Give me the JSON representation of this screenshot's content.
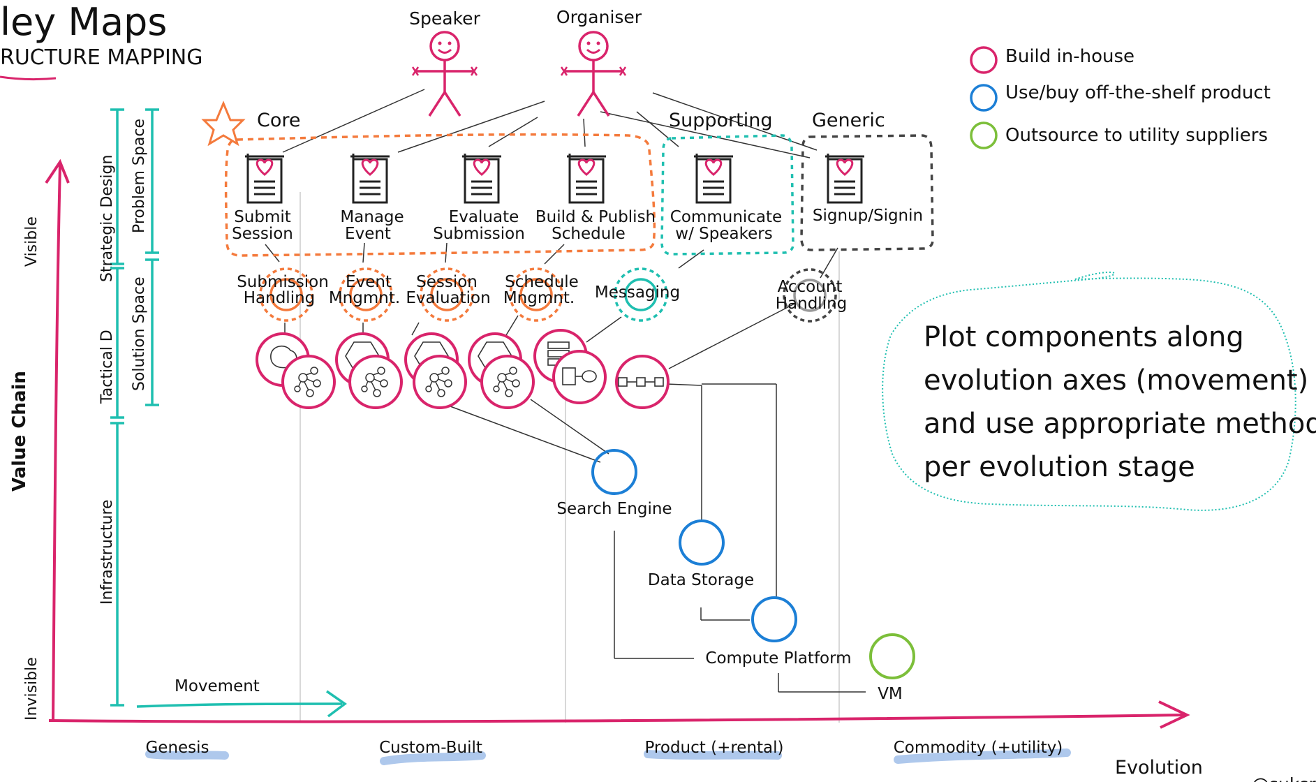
{
  "header": {
    "title": "ley Maps",
    "subtitle": "RUCTURE MAPPING"
  },
  "actors": [
    {
      "label": "Speaker"
    },
    {
      "label": "Organiser"
    }
  ],
  "legend": {
    "items": [
      {
        "label": "Build in-house",
        "color": "#d9246b"
      },
      {
        "label": "Use/buy off-the-shelf product",
        "color": "#1c7fd6"
      },
      {
        "label": "Outsource to utility suppliers",
        "color": "#7cbf3a"
      }
    ]
  },
  "colors": {
    "core": "#f47a3c",
    "supporting": "#1fbfb0",
    "generic": "#444444",
    "build": "#d9246b",
    "buy": "#1c7fd6",
    "utility": "#7cbf3a",
    "axis": "#d9246b",
    "band": "#1fbfb0",
    "highlight": "#aec8ec"
  },
  "domains": {
    "core": "Core",
    "supporting": "Supporting",
    "generic": "Generic"
  },
  "user_needs": [
    {
      "line1": "Submit",
      "line2": "Session",
      "icon": "document-heart-icon"
    },
    {
      "line1": "Manage",
      "line2": "Event",
      "icon": "document-heart-icon"
    },
    {
      "line1": "Evaluate",
      "line2": "Submission",
      "icon": "document-heart-icon"
    },
    {
      "line1": "Build & Publish",
      "line2": "Schedule",
      "icon": "document-heart-icon"
    },
    {
      "line1": "Communicate",
      "line2": "w/ Speakers",
      "icon": "document-heart-icon"
    },
    {
      "line1": "Signup/Signin",
      "line2": "",
      "icon": "document-heart-icon"
    }
  ],
  "capabilities": [
    {
      "line1": "Submission",
      "line2": "Handling"
    },
    {
      "line1": "Event",
      "line2": "Mngmnt."
    },
    {
      "line1": "Session",
      "line2": "Evaluation"
    },
    {
      "line1": "Schedule",
      "line2": "Mngmnt."
    },
    {
      "line1": "Messaging",
      "line2": ""
    },
    {
      "line1": "Account",
      "line2": "Handling"
    }
  ],
  "components": [
    {
      "label": "Search Engine",
      "icon": "blue-circle-icon"
    },
    {
      "label": "Data Storage",
      "icon": "blue-circle-icon"
    },
    {
      "label": "Compute Platform",
      "icon": "blue-circle-icon"
    },
    {
      "label": "VM",
      "icon": "green-circle-icon"
    }
  ],
  "side_labels": {
    "visible": "Visible",
    "invisible": "Invisible",
    "value_chain": "Value Chain",
    "strategic_design": "Strategic Design",
    "tactical_design": "Tactical D",
    "infrastructure": "Infrastructure",
    "problem_space": "Problem Space",
    "solution_space": "Solution Space",
    "movement": "Movement"
  },
  "evolution": {
    "label": "Evolution",
    "stages": [
      "Genesis",
      "Custom-Built",
      "Product (+rental)",
      "Commodity (+utility)"
    ]
  },
  "note": {
    "lines": [
      "Plot components along",
      "evolution axes (movement)",
      "and use appropriate method",
      "per evolution stage"
    ]
  },
  "credit": "@suksr"
}
